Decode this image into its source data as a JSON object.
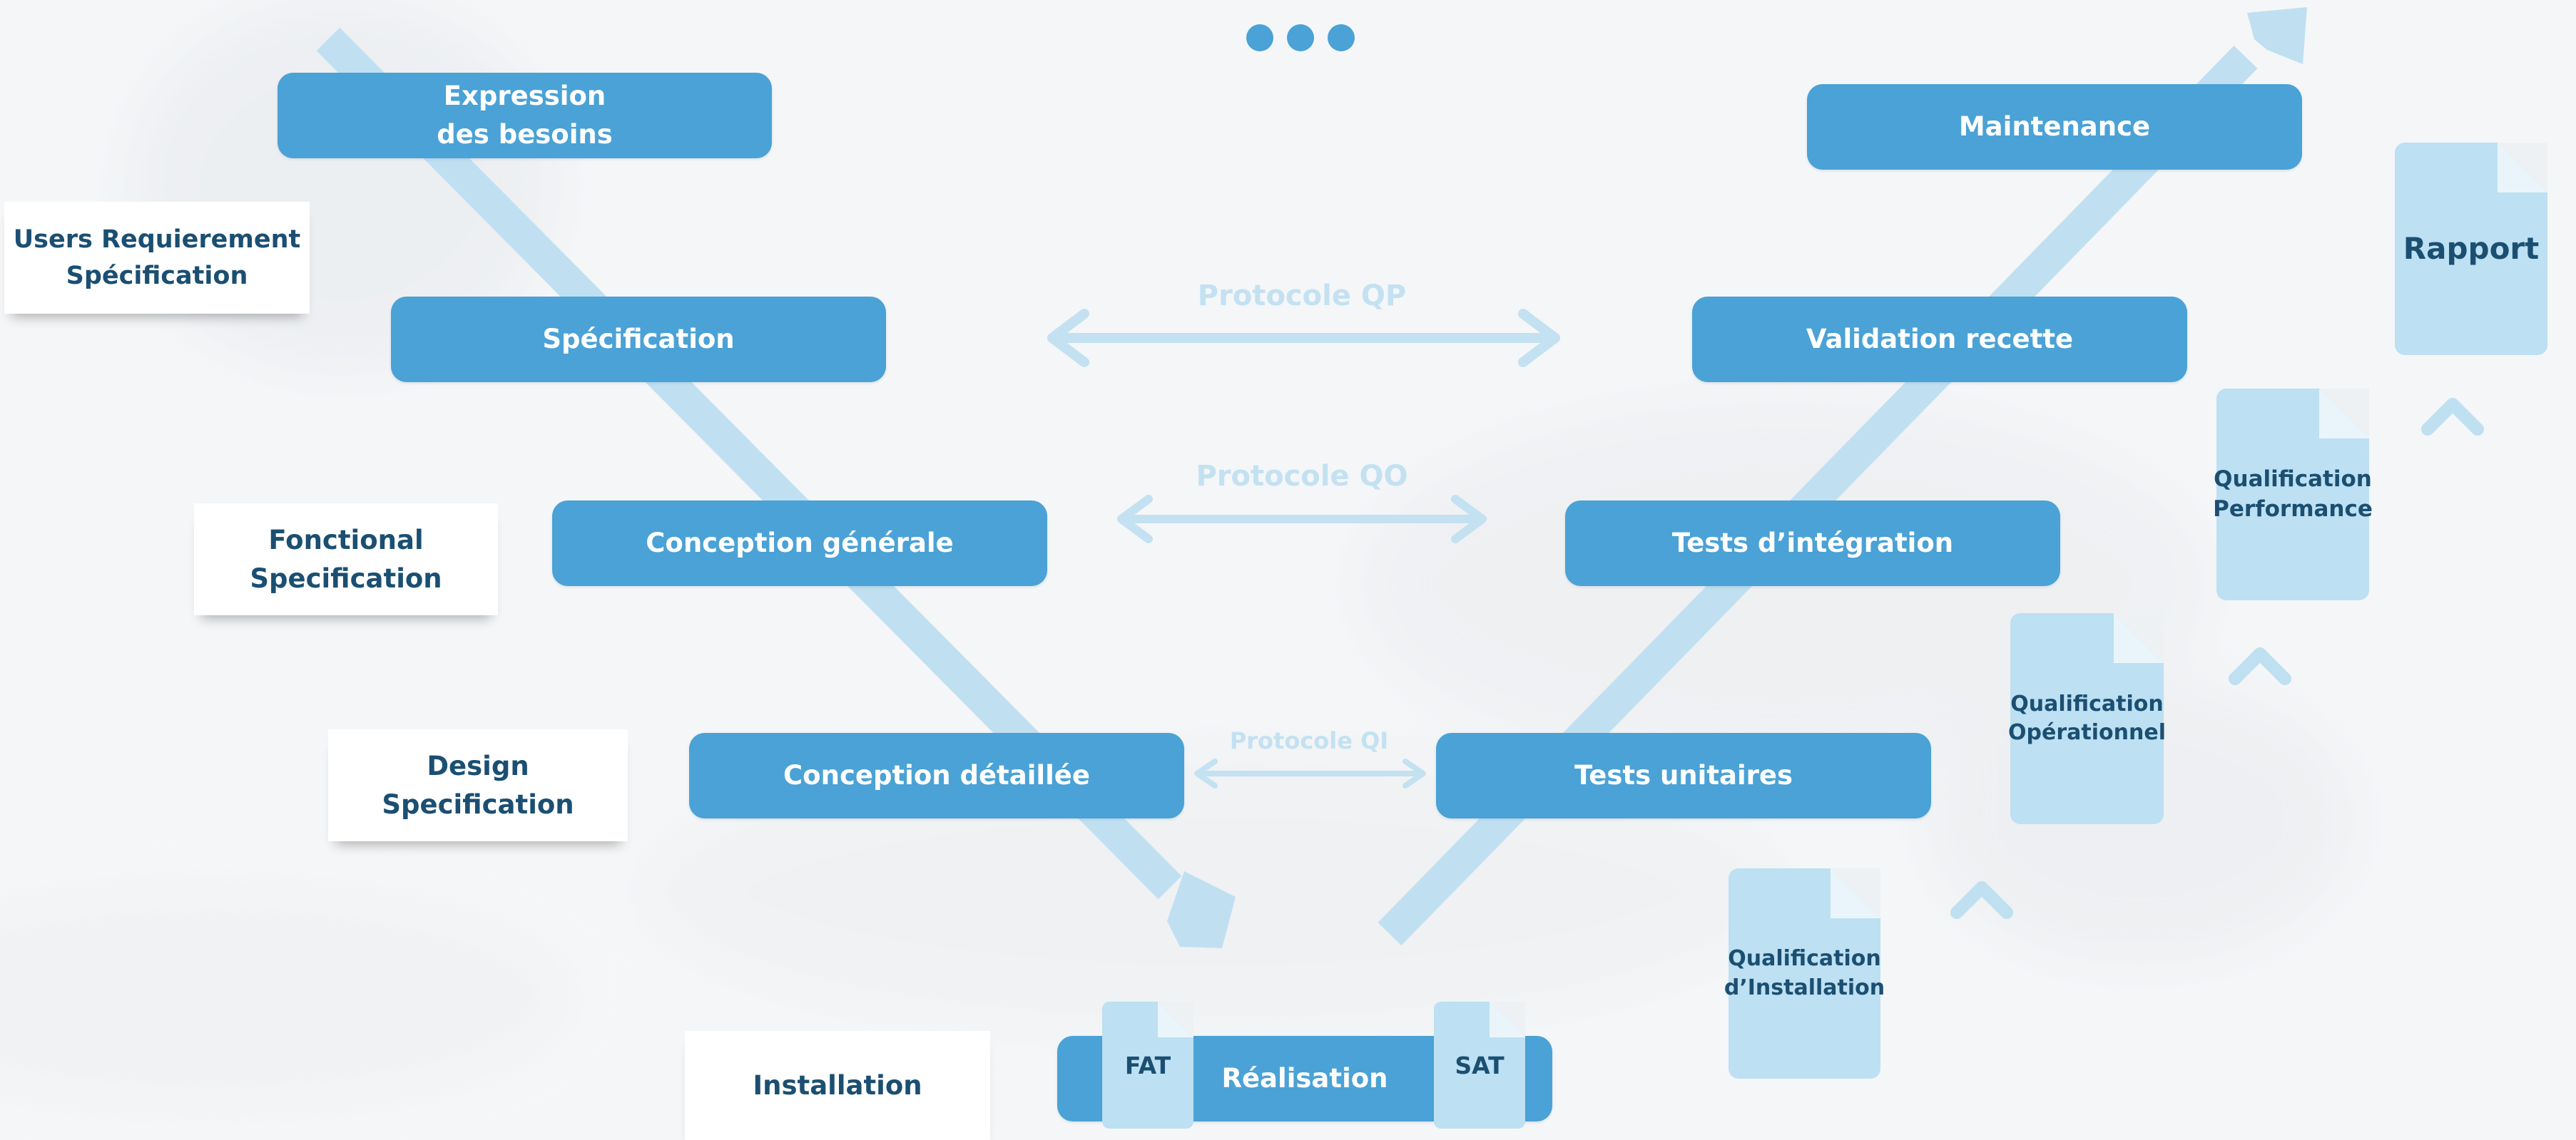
{
  "colors": {
    "pill": "#4aa2d6",
    "pill_text": "#ffffff",
    "doc": "#bde0f2",
    "doc_text": "#1b4f72",
    "arrow": "#c0e0f1",
    "protocol_text": "#c3e1f1",
    "spec_text": "#1b4f72"
  },
  "left_phases": {
    "expression": "Expression\ndes besoins",
    "specification": "Spécification",
    "conception_generale": "Conception générale",
    "conception_detaillee": "Conception détaillée"
  },
  "right_phases": {
    "maintenance": "Maintenance",
    "validation": "Validation recette",
    "tests_integration": "Tests d’intégration",
    "tests_unitaires": "Tests unitaires"
  },
  "realisation": "Réalisation",
  "side_specs": {
    "urs": "Users Requierement\nSpécification",
    "fonctional": "Fonctional\nSpecification",
    "design": "Design\nSpecification",
    "installation": "Installation"
  },
  "protocols": {
    "qp": "Protocole QP",
    "qo": "Protocole QO",
    "qi": "Protocole QI"
  },
  "documents": {
    "fat": "FAT",
    "sat": "SAT",
    "qi": "Qualification\nd’Installation",
    "qo": "Qualification\nOpérationnel",
    "qp": "Qualification\nPerformance",
    "rapport": "Rapport"
  },
  "icons": [
    "three-dots-icon",
    "chevron-up-icon",
    "double-arrow-icon",
    "document-fold-icon"
  ]
}
